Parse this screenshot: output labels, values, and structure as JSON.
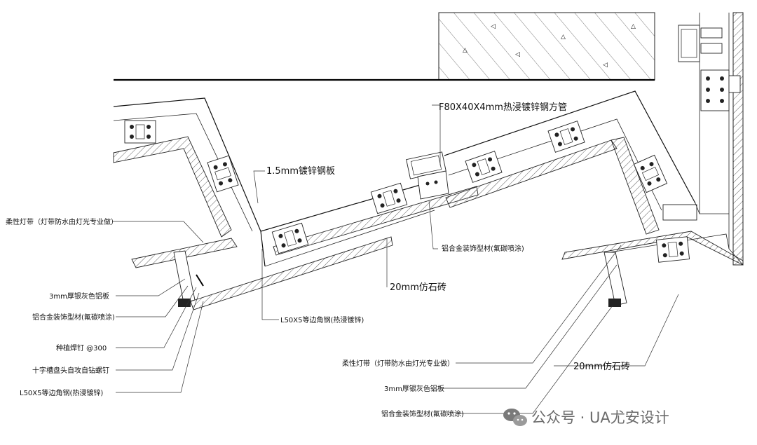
{
  "labels": {
    "square_tube": "F80X40X4mm热浸镀锌钢方管",
    "steel_plate": "1.5mm镀锌钢板",
    "led_strip_left": "柔性灯带（灯带防水由灯光专业做）",
    "alu_profile_center": "铝合金装饰型材(氟碳喷涂)",
    "stone_center": "20mm仿石砖",
    "alu_panel_left": "3mm厚银灰色铝板",
    "alu_profile_left": "铝合金装饰型材(氟碳喷涂)",
    "angle_center": "L50X5等边角钢(热浸镀锌)",
    "stud": "种植焊钉 @300",
    "screw": "十字槽盘头自攻自钻螺钉",
    "angle_left": "L50X5等边角钢(热浸镀锌)",
    "led_strip_right": "柔性灯带（灯带防水由灯光专业做）",
    "alu_panel_right": "3mm厚银灰色铝板",
    "stone_right": "20mm仿石砖",
    "alu_profile_right": "铝合金装饰型材(氟碳喷涂)"
  },
  "watermark": {
    "icon": "wechat-icon",
    "text": "公众号 · UA尤安设计"
  }
}
